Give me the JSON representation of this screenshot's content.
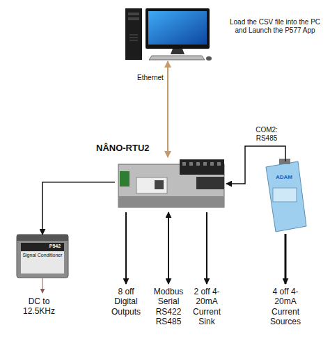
{
  "diagram": {
    "nodes": [
      {
        "text": [
          "Load the CSV file into the PC and Launch the P577 App"
        ]
      },
      {
        "text": [
          "NÂNO-RTU2"
        ]
      },
      {
        "text": [
          "P542",
          "Signal Conditioner"
        ]
      },
      {
        "text": [
          "ADAM"
        ]
      }
    ],
    "edges": [
      {
        "from": 0,
        "to": 1,
        "arrow": "both",
        "label": "Ethernet"
      },
      {
        "from": 3,
        "to": 1,
        "arrow": "to",
        "label": "COM2: RS485"
      },
      {
        "from": 1,
        "to": 2,
        "arrow": "to"
      }
    ],
    "labels": [
      "8 off Digital Outputs",
      "Modbus Serial RS422 RS485",
      "2 off 4-20mA Current Sink",
      "4 off 4-20mA Current Sources",
      "DC to 12.5KHz"
    ]
  }
}
